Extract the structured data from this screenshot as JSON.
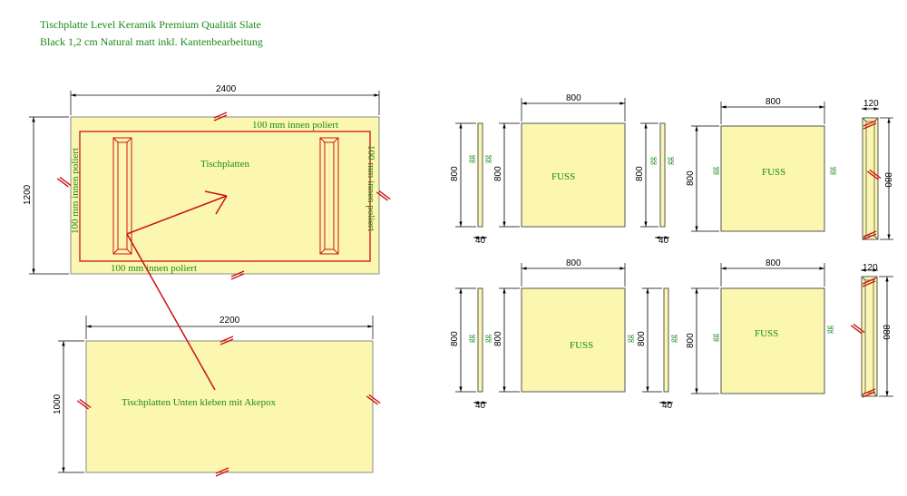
{
  "title": {
    "line1": "Tischplatte Level Keramik Premium Qualität Slate",
    "line2": "Black 1,2 cm Natural matt inkl. Kantenbearbeitung"
  },
  "top_panel": {
    "width_label": "2400",
    "height_label": "1200",
    "label": "Tischplatten",
    "edge_top": "100 mm innen poliert",
    "edge_bottom": "100 mm innen poliert",
    "edge_left": "100 mm innen poliert",
    "edge_right": "100 mm innen poliert"
  },
  "bottom_panel": {
    "width_label": "2200",
    "height_label": "1000",
    "label": "Tischplatten  Unten kleben mit Akepox"
  },
  "legs": {
    "width_label": "800",
    "height_label": "800",
    "label": "FUSS",
    "edge_mark": "gg",
    "strip_width_label": "40",
    "strip_height_label": "800",
    "side_width_label": "120",
    "side_height_label": "880"
  },
  "colors": {
    "panel_fill": "#fbf7b0",
    "text_green": "#1a8a1a",
    "marker_red": "#cc1111"
  }
}
